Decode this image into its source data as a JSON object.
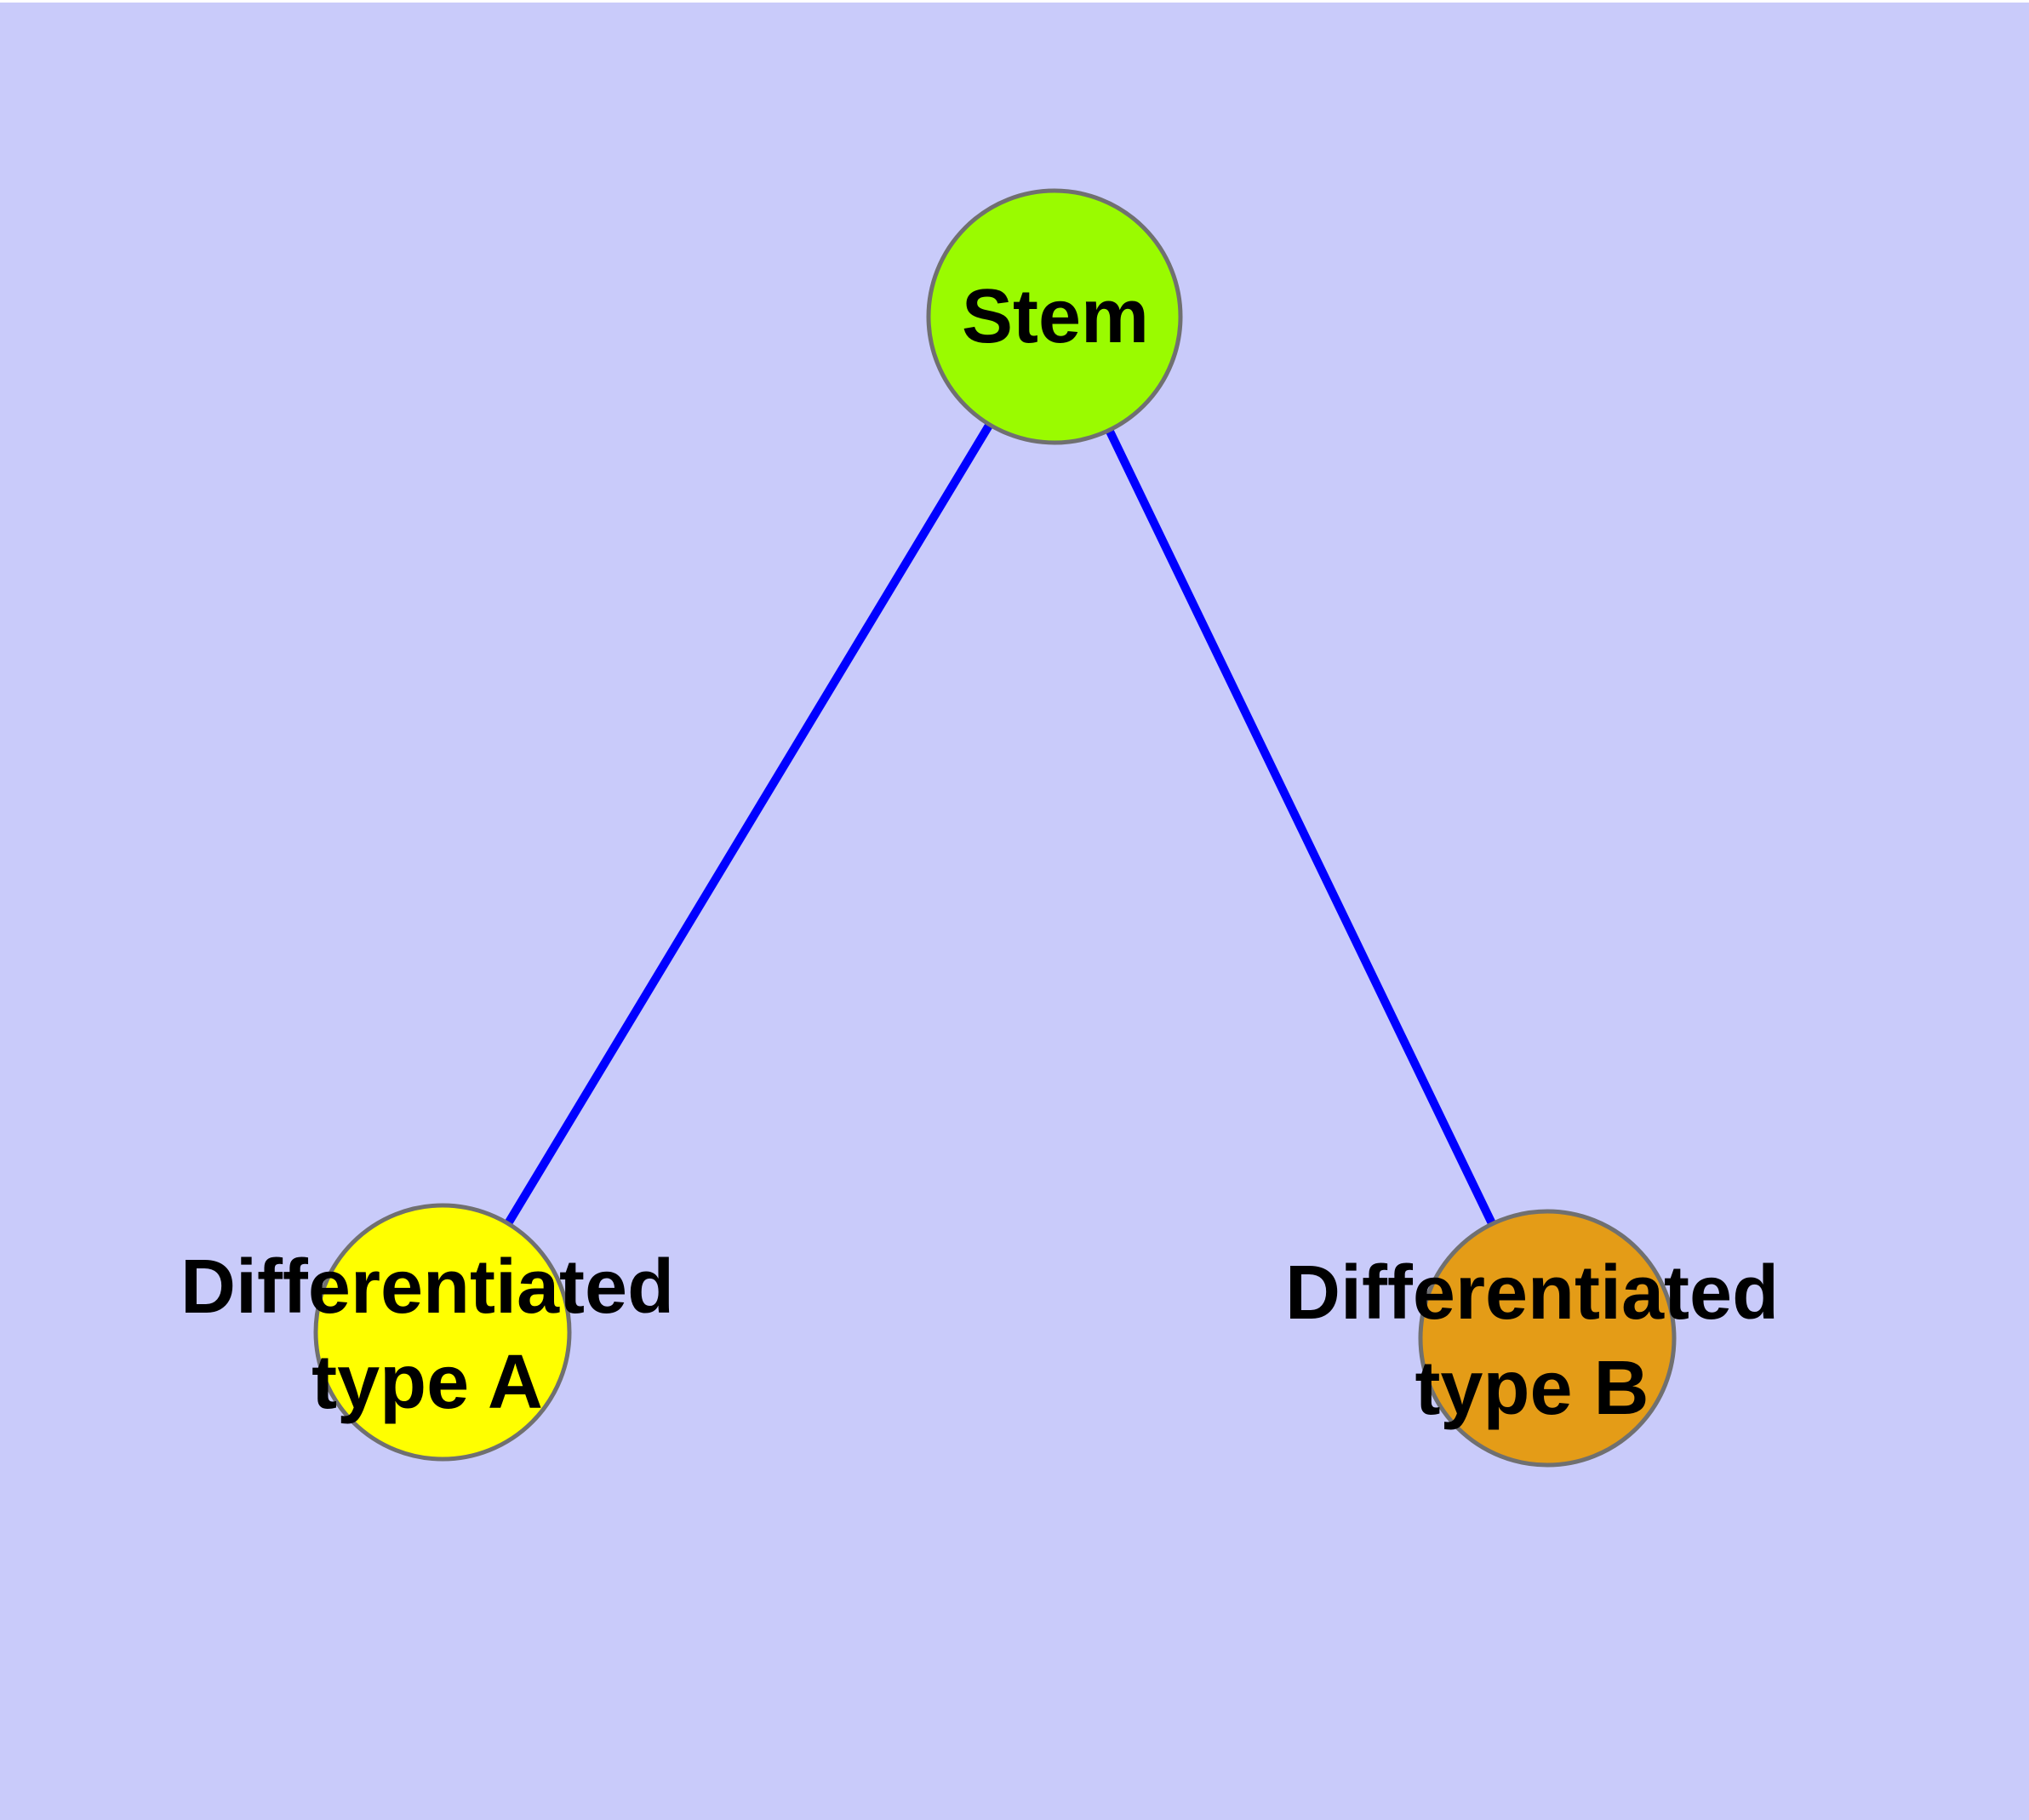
{
  "diagram": {
    "type": "graph",
    "description_of_pixels": "Tree diagram with one parent node and two child nodes connected by straight blue edges"
  },
  "nodes": [
    {
      "id": "stem",
      "label": "Stem",
      "color": "#9AFB00"
    },
    {
      "id": "differentiated-type-a",
      "label": "Differentiated\ntype A",
      "color": "#FFFF00"
    },
    {
      "id": "differentiated-type-b",
      "label": "Differentiated\ntype B",
      "color": "#E49C17"
    }
  ],
  "edges": [
    {
      "from": "stem",
      "to": "differentiated-type-a",
      "color": "#0000FF"
    },
    {
      "from": "stem",
      "to": "differentiated-type-b",
      "color": "#0000FF"
    }
  ],
  "colors": {
    "background": "#C9CBFA",
    "node_border": "#707070",
    "label_text": "#000000",
    "edge": "#0000FF"
  }
}
